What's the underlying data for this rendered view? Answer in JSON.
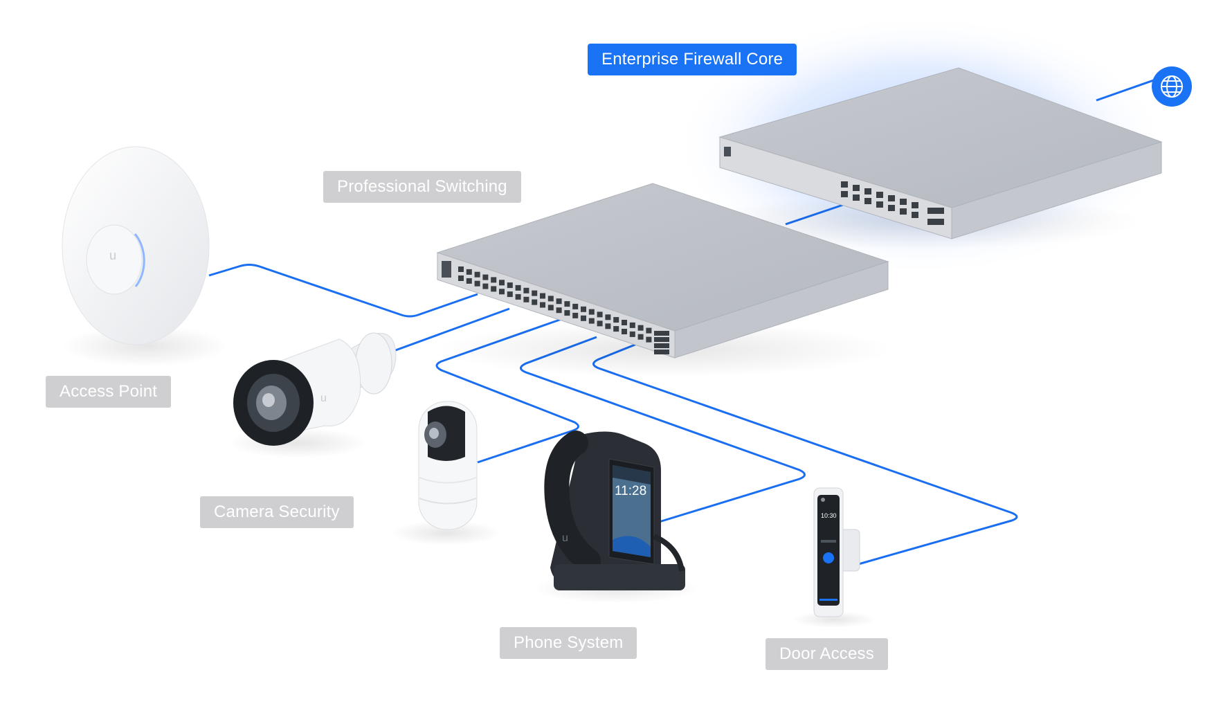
{
  "colors": {
    "link_line": "#1a6ef2",
    "primary_label": "#1a73f5",
    "secondary_label": "#cfcfd2",
    "device_silver": "#c9ccd2",
    "device_white": "#f4f5f7",
    "device_dark": "#2b2f35"
  },
  "icons": {
    "internet": "globe-icon",
    "brand": "u-logo-icon"
  },
  "labels": {
    "firewall": "Enterprise Firewall Core",
    "switching": "Professional Switching",
    "access_point": "Access Point",
    "camera": "Camera Security",
    "phone": "Phone System",
    "door": "Door Access"
  },
  "phone_screen": {
    "time": "11:28"
  },
  "door_screen": {
    "time": "10:30"
  }
}
